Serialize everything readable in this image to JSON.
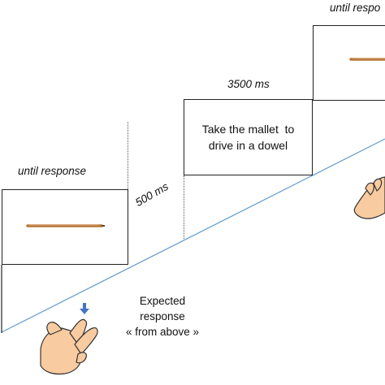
{
  "timeline": {
    "step1": {
      "duration_label": "until response"
    },
    "step2": {
      "interval_label": "500 ms"
    },
    "step3": {
      "duration_label": "3500 ms",
      "instruction_line1": "Take the mallet  to",
      "instruction_line2": "drive in a dowel"
    },
    "step4": {
      "duration_label": "until respo"
    }
  },
  "response": {
    "line1": "Expected",
    "line2": "response",
    "line3": "« from above »"
  },
  "colors": {
    "timeline_line": "#5b9bd5",
    "stick": "#b5763a",
    "arrow": "#4472c4",
    "skin": "#f8cba0",
    "outline": "#333333"
  },
  "icons": [
    "wooden-stick-icon",
    "hand-gesture-icon",
    "down-arrow-icon"
  ]
}
